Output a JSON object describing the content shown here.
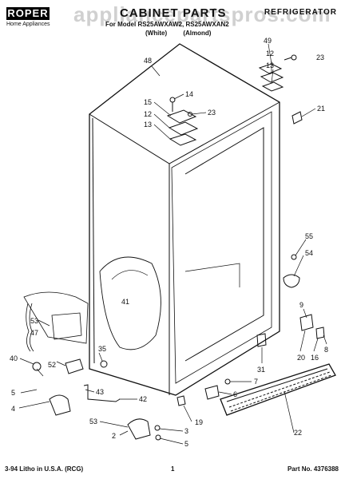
{
  "brand": {
    "logo": "ROPER",
    "sub": "Home Appliances"
  },
  "header": {
    "title": "CABINET PARTS",
    "subtitle": "For Model RS25AWXAW2, RS25AWXAN2",
    "colors": [
      "(White)",
      "(Almond)"
    ],
    "category": "REFRIGERATOR",
    "watermark": "appliancepartspros.com"
  },
  "callouts": {
    "c49": "49",
    "c12a": "12",
    "c13a": "13",
    "c23a": "23",
    "c48": "48",
    "c14": "14",
    "c15": "15",
    "c12b": "12",
    "c13b": "13",
    "c23b": "23",
    "c21": "21",
    "c55": "55",
    "c54": "54",
    "c41": "41",
    "c9": "9",
    "c53a": "53",
    "c47": "47",
    "c52": "52",
    "c35": "35",
    "c40": "40",
    "c5a": "5",
    "c4": "4",
    "c43": "43",
    "c42": "42",
    "c53b": "53",
    "c2": "2",
    "c3": "3",
    "c5b": "5",
    "c7": "7",
    "c6": "6",
    "c31": "31",
    "c20": "20",
    "c16": "16",
    "c8": "8",
    "c19": "19",
    "c22": "22"
  },
  "footer": {
    "litho": "3-94 Litho in U.S.A. (RCG)",
    "page": "1",
    "part_no": "Part No. 4376388"
  }
}
